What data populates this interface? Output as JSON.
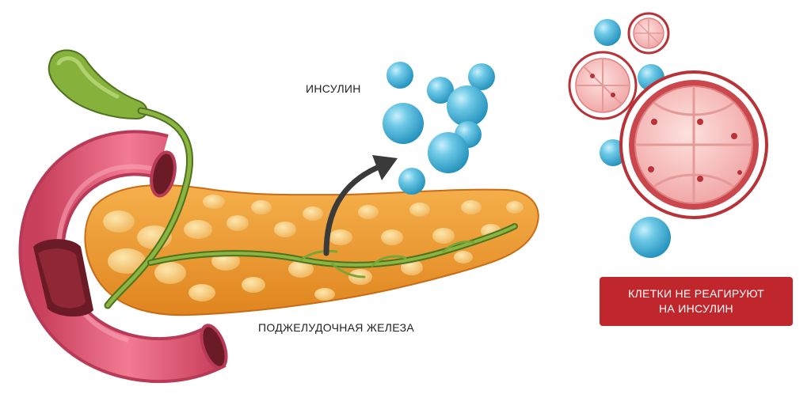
{
  "labels": {
    "insulin": "ИНСУЛИН",
    "pancreas": "ПОДЖЕЛУДОЧНАЯ ЖЕЛЕЗА"
  },
  "callout": {
    "line1": "КЛЕТКИ НЕ РЕАГИРУЮТ",
    "line2": "НА ИНСУЛИН"
  },
  "colors": {
    "callout_bg": "#c0272d",
    "insulin_molecule": "#35a9cf",
    "pancreas": "#f0a23c",
    "duodenum": "#e8627e",
    "duct": "#6e9a32",
    "cell": "#f7c3c3",
    "cell_membrane": "#b83238"
  }
}
